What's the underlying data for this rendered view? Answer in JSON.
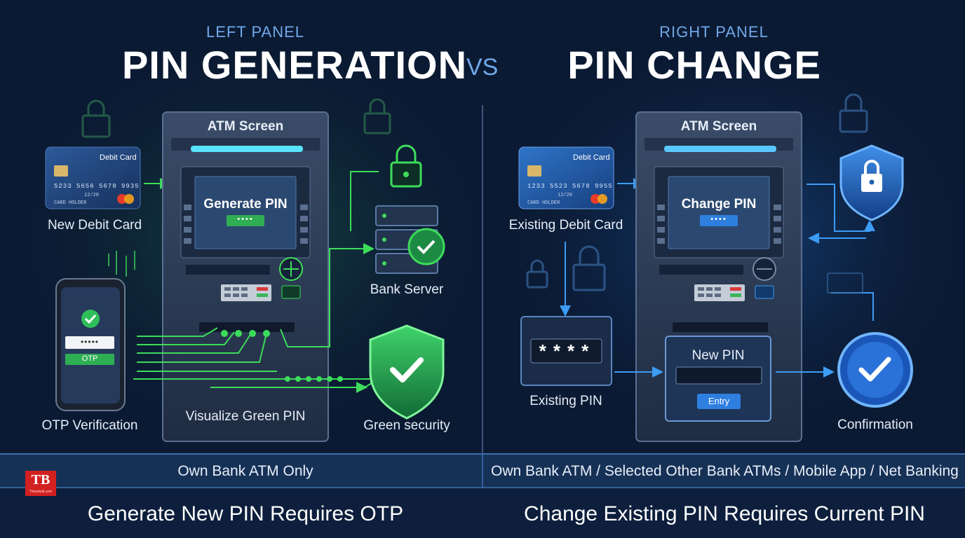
{
  "left": {
    "subtitle": "LEFT PANEL",
    "title": "PIN GENERATION",
    "atm_header": "ATM Screen",
    "atm_screen_text": "Generate PIN",
    "card": {
      "type": "Debit Card",
      "number": "5233 5656 5678 9935",
      "expiry": "12/20",
      "holder": "CARD HOLDER",
      "label": "New Debit Card"
    },
    "phone": {
      "otp_label": "OTP",
      "input_mask": "•••••",
      "label": "OTP Verification"
    },
    "center_label": "Visualize Green PIN",
    "server_label": "Bank Server",
    "security_label": "Green security",
    "footer_line": "Own Bank ATM Only",
    "footer_main": "Generate New PIN Requires OTP",
    "accent": "#3ddc5a"
  },
  "vs": "VS",
  "right": {
    "subtitle": "RIGHT PANEL",
    "title": "PIN CHANGE",
    "atm_header": "ATM Screen",
    "atm_screen_text": "Change PIN",
    "card": {
      "type": "Debit Card",
      "number": "1233 5523 5678 9955",
      "expiry": "12/20",
      "holder": "CARD HOLDER",
      "label": "Existing Debit Card"
    },
    "existing_pin_mask": "****",
    "existing_pin_label": "Existing PIN",
    "new_pin_title": "New PIN",
    "entry_button": "Entry",
    "confirmation_label": "Confirmation",
    "footer_line": "Own Bank ATM / Selected Other Bank ATMs / Mobile App / Net Banking",
    "footer_main": "Change Existing PIN Requires Current PIN",
    "accent": "#2e8cf0"
  },
  "logo": {
    "text": "TB",
    "subtext": "Timesbull.com"
  }
}
